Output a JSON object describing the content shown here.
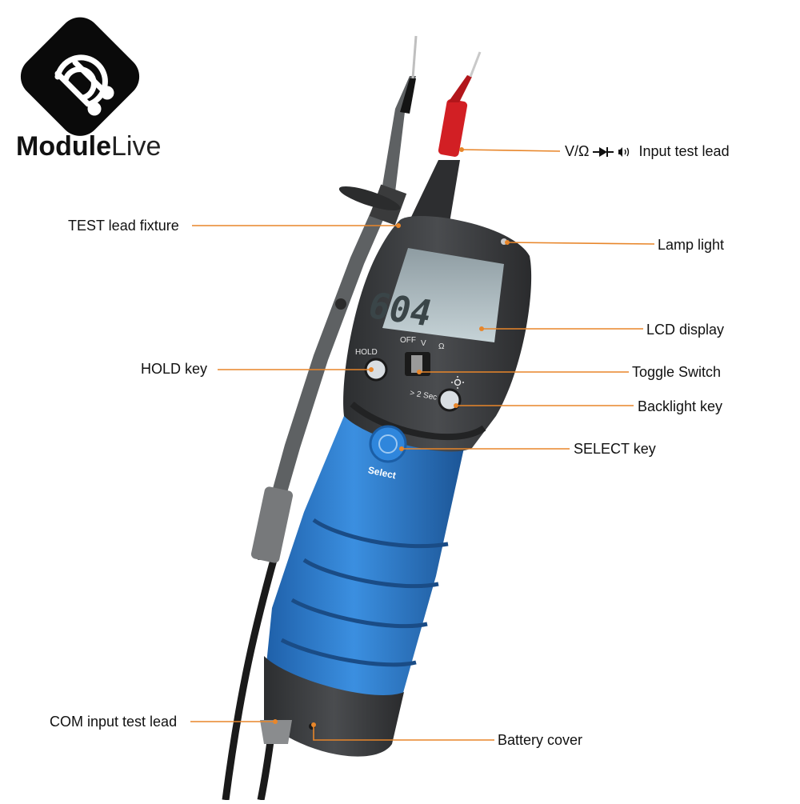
{
  "brand": {
    "name_bold": "Module",
    "name_light": "Live"
  },
  "device": {
    "lcd_reading": "604",
    "hold_key_label": "HOLD",
    "switch_label_off": "OFF",
    "switch_label_v": "V",
    "switch_label_ohm": "Ω",
    "backlight_hint": "> 2 Sec",
    "select_key_label": "Select"
  },
  "callouts": {
    "input_lead_prefix": "V/Ω",
    "input_lead": "Input test lead",
    "test_fixture": "TEST lead fixture",
    "lamp": "Lamp light",
    "lcd": "LCD display",
    "hold": "HOLD key",
    "toggle": "Toggle Switch",
    "backlight": "Backlight key",
    "select": "SELECT key",
    "com": "COM input test lead",
    "battery": "Battery cover"
  },
  "colors": {
    "callout_line": "#e8862a",
    "body_dark": "#3a3c3e",
    "grip_blue": "#2f7fd0",
    "probe_red": "#d21f24",
    "lcd_screen": "#b9c7cc"
  }
}
